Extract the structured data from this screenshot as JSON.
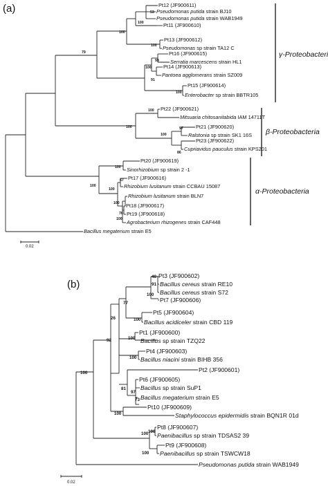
{
  "panel_a": {
    "label": "(a)",
    "groups": {
      "gamma": "γ-Proteobacteria",
      "beta": "β-Proteobacteria",
      "alpha": "α-Proteobacteria"
    },
    "taxa": [
      {
        "id": "Pt12 (JF900611)"
      },
      {
        "species": "Pseudomonas putida",
        "rest": " strain BJ10"
      },
      {
        "species": "Pseudomonas putida",
        "rest": " strain WAB1949"
      },
      {
        "id": "Pt11 (JF900610)"
      },
      {
        "id": "Pt13 (JF900612)"
      },
      {
        "species": "Pseudomonas",
        "rest": " sp strain TA12 C"
      },
      {
        "id": "Pt16 (JF900615)"
      },
      {
        "species": "Serratia marcescens",
        "rest": " strain HL1"
      },
      {
        "id": "Pt14 (JF900613)"
      },
      {
        "species": "Pantoea agglomerans",
        "rest": " strain SZ009"
      },
      {
        "id": "Pt15 (JF900614)"
      },
      {
        "species": "Enterobacter",
        "rest": " sp strain BBTR105"
      },
      {
        "id": "Pt22 (JF900621)"
      },
      {
        "species": "Mitsuaria chitosanitabida",
        "rest": " IAM 14711T"
      },
      {
        "id": "Pt21 (JF900620)"
      },
      {
        "species": "Ralstonia",
        "rest": " sp strain SK1 16S"
      },
      {
        "id": "Pt23 (JF900622)"
      },
      {
        "species": "Cupriavidus pauculus",
        "rest": " strain KPS201"
      },
      {
        "id": "Pt20 (JF900619)"
      },
      {
        "species": "Sinorhizobium",
        "rest": " sp strain 2 -1"
      },
      {
        "id": "Pt17 (JF900616)"
      },
      {
        "species": "Rhizobium lusitanum",
        "rest": " strain CCBAU 15087"
      },
      {
        "species": "Rhizobium lusitanum",
        "rest": " strain BLN7"
      },
      {
        "id": "Pt18 (JF900617)"
      },
      {
        "id": "Pt19 (JF900618)"
      },
      {
        "species": "Agrobacterium rhizogenes",
        "rest": " strain CAF448"
      },
      {
        "species": "Bacillus megaterium",
        "rest": " strain E5"
      }
    ],
    "bootstraps": [
      "53",
      "100",
      "100",
      "79",
      "100",
      "99",
      "100",
      "91",
      "100",
      "100",
      "100",
      "97",
      "100",
      "86",
      "100",
      "100",
      "67",
      "100",
      "100",
      "76",
      "100"
    ],
    "scale_label": "0.02"
  },
  "panel_b": {
    "label": "(b)",
    "taxa": [
      {
        "id": "Pt3 (JF900602)"
      },
      {
        "species": "Bacillus cereus",
        "rest": " strain RE10"
      },
      {
        "species": "Bacillus cereus",
        "rest": " strain S72"
      },
      {
        "id": "Pt7 (JF900606)"
      },
      {
        "id": "Pt5 (JF900604)"
      },
      {
        "species": "Bacillus acidiceler",
        "rest": " strain CBD 119"
      },
      {
        "id": "Pt1 (JF900600)"
      },
      {
        "species": "Bacillus",
        "rest": " sp strain TZQ22"
      },
      {
        "id": "Pt4 (JF900603)"
      },
      {
        "species": "Bacillus niacini",
        "rest": " strain BIHB 356"
      },
      {
        "id": "Pt2 (JF900601)"
      },
      {
        "id": "Pt6 (JF900605)"
      },
      {
        "species": "Bacillus",
        "rest": " sp strain SuP1"
      },
      {
        "species": "Bacillus megaterium",
        "rest": " strain E5"
      },
      {
        "id": "Pt10 (JF900609)"
      },
      {
        "species": "Staphylococcus epidermidis",
        "rest": " strain BQN1R 01d"
      },
      {
        "id": "Pt8 (JF900607)"
      },
      {
        "species": "Paenibacillus",
        "rest": " sp strain TDSAS2 39"
      },
      {
        "id": "Pt9 (JF900608)"
      },
      {
        "species": "Paenibacillus",
        "rest": " sp strain TSWCW18"
      },
      {
        "species": "Pseudomonas putida",
        "rest": " strain WAB1949"
      }
    ],
    "bootstraps": [
      "48",
      "91",
      "100",
      "77",
      "100",
      "26",
      "100",
      "92",
      "100",
      "100",
      "81",
      "97",
      "73",
      "100",
      "100",
      "100",
      "100"
    ],
    "scale_label": "0.02"
  }
}
